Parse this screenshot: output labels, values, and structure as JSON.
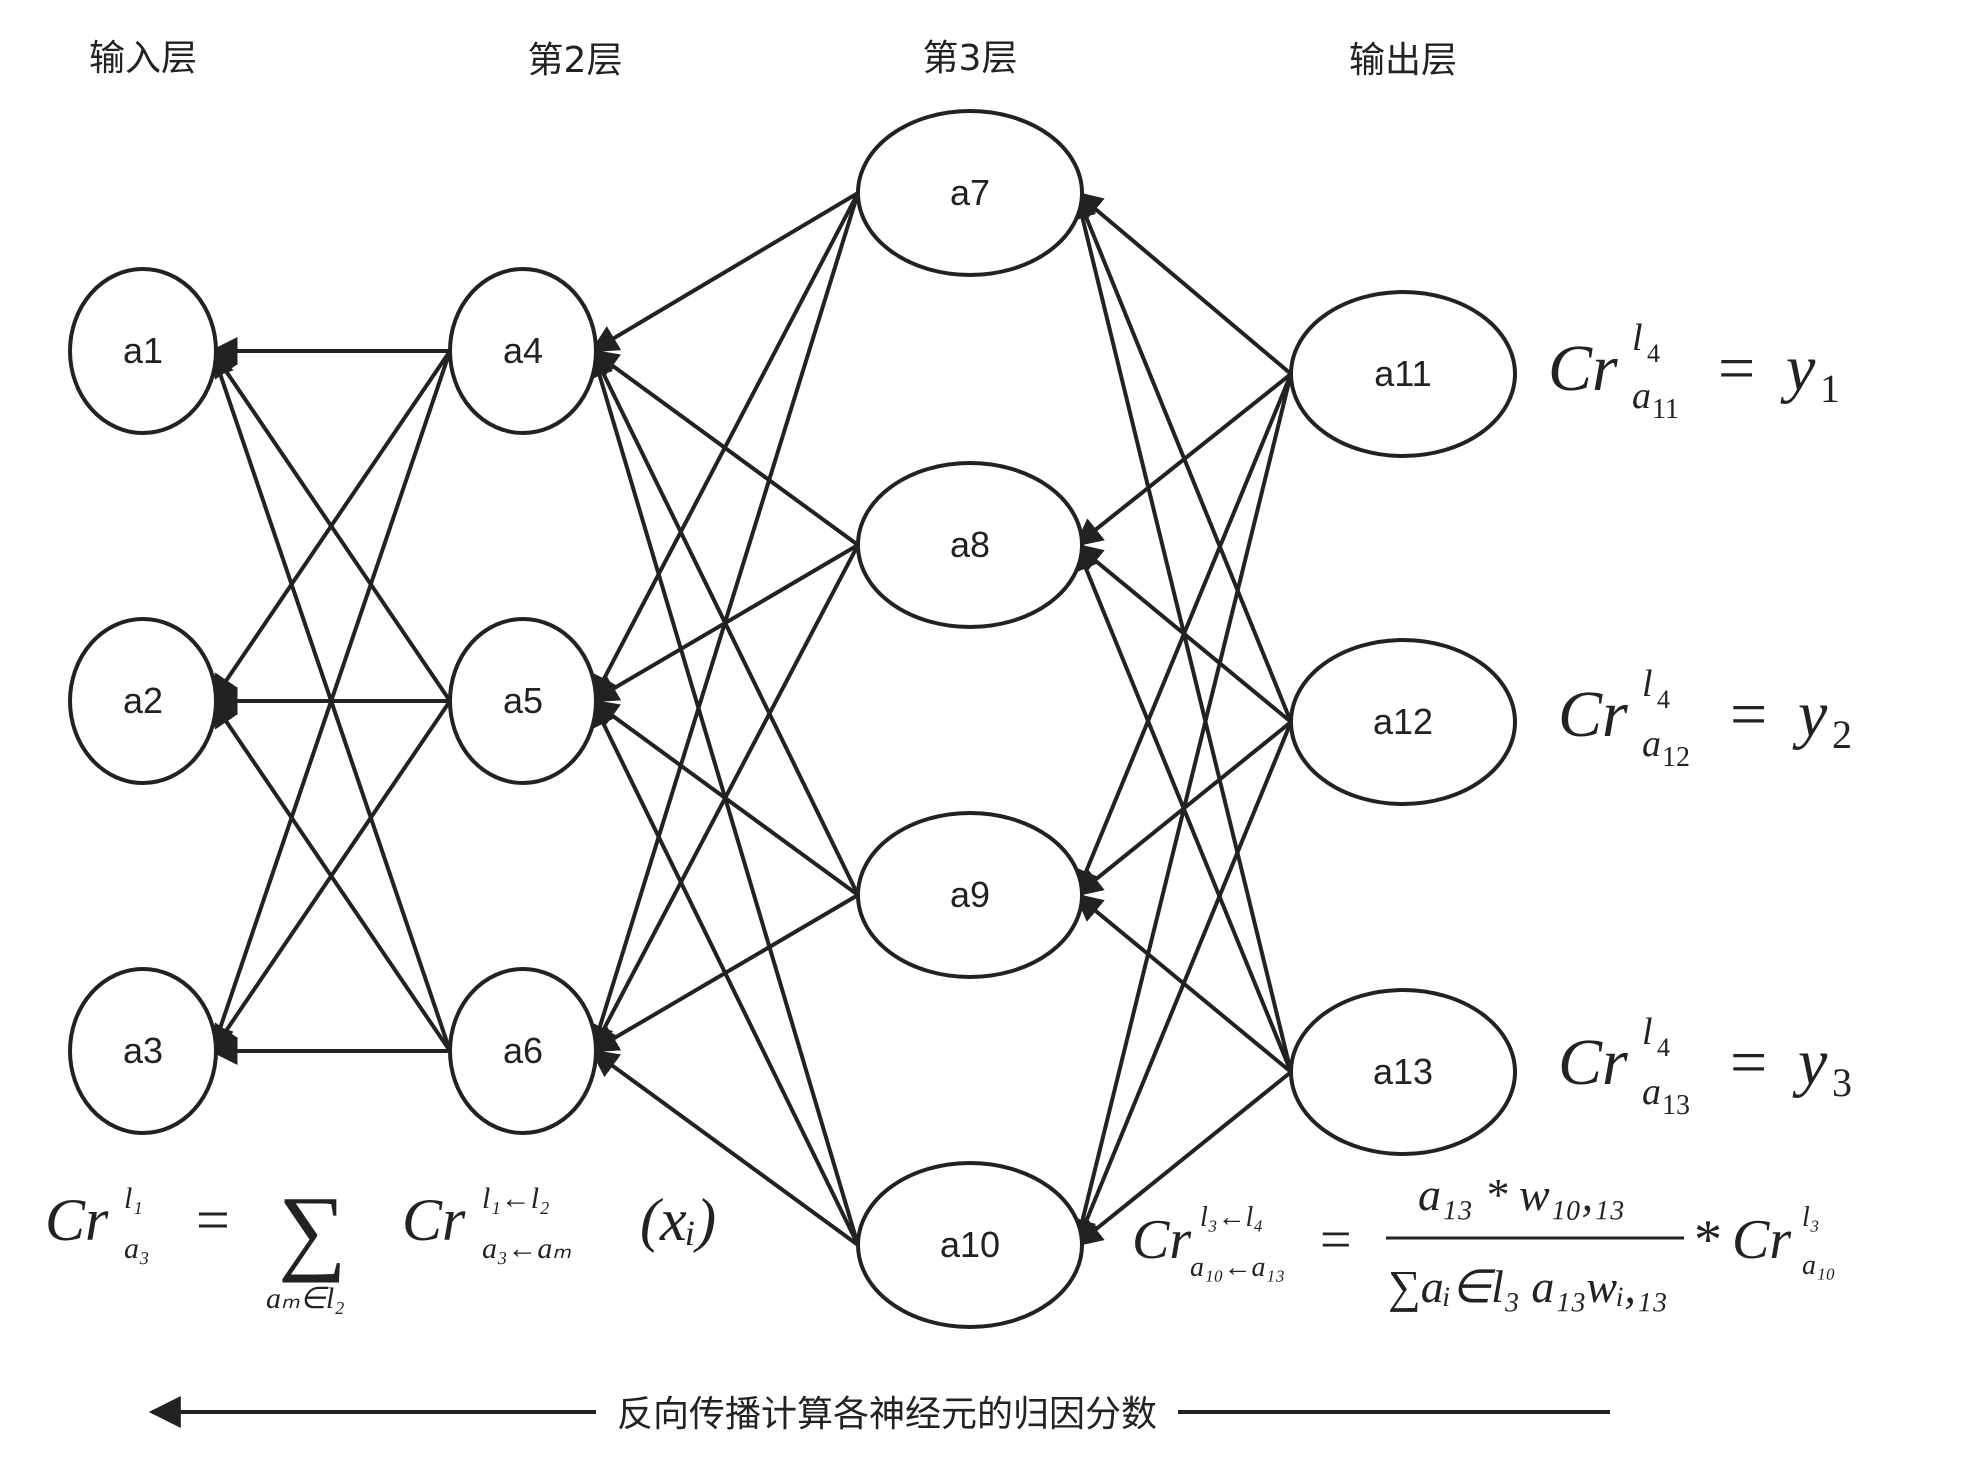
{
  "layers": [
    {
      "id": "input",
      "title": "输入层",
      "nodes": [
        "a1",
        "a2",
        "a3"
      ]
    },
    {
      "id": "layer2",
      "title": "第2层",
      "nodes": [
        "a4",
        "a5",
        "a6"
      ]
    },
    {
      "id": "layer3",
      "title": "第3层",
      "nodes": [
        "a7",
        "a8",
        "a9",
        "a10"
      ]
    },
    {
      "id": "output",
      "title": "输出层",
      "nodes": [
        "a11",
        "a12",
        "a13"
      ]
    }
  ],
  "edges_direction": "backward",
  "output_formulas": [
    {
      "node": "a11",
      "C": "Cr",
      "sup": "l",
      "sup_sub": "4",
      "sub": "a",
      "sub_sub": "11",
      "eq": "=",
      "rhs": "y",
      "rhs_sub": "1"
    },
    {
      "node": "a12",
      "C": "Cr",
      "sup": "l",
      "sup_sub": "4",
      "sub": "a",
      "sub_sub": "12",
      "eq": "=",
      "rhs": "y",
      "rhs_sub": "2"
    },
    {
      "node": "a13",
      "C": "Cr",
      "sup": "l",
      "sup_sub": "4",
      "sub": "a",
      "sub_sub": "13",
      "eq": "=",
      "rhs": "y",
      "rhs_sub": "3"
    }
  ],
  "left_formula": {
    "lhs": "Cr",
    "lhs_sup": "l₁",
    "lhs_sub": "a₃",
    "eq": "=",
    "sum": "∑",
    "sum_under": "aₘ∈l₂",
    "term": "Cr",
    "term_sup": "l₁←l₂",
    "term_sub": "a₃←aₘ",
    "arg": "(xᵢ)"
  },
  "right_formula": {
    "lhs": "Cr",
    "lhs_sup": "l₃←l₄",
    "lhs_sub": "a₁₀←a₁₃",
    "eq": "=",
    "numerator": "a₁₃ * w₁₀,₁₃",
    "denominator": "∑aᵢ∈l₃ a₁₃wᵢ,₁₃",
    "times": "*",
    "rhs": "Cr",
    "rhs_sup": "l₃",
    "rhs_sub": "a₁₀"
  },
  "caption": "反向传播计算各神经元的归因分数"
}
